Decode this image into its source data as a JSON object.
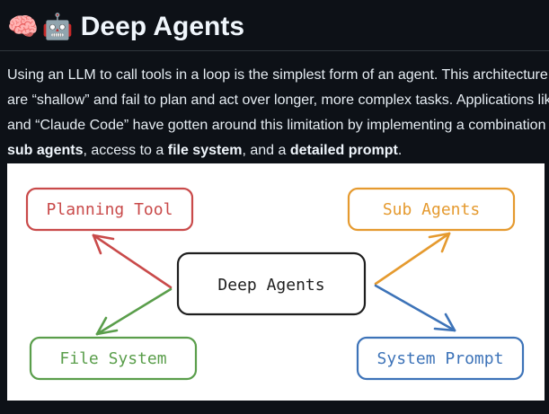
{
  "header": {
    "emoji_brain": "🧠",
    "emoji_robot": "🤖",
    "title": "Deep Agents"
  },
  "intro": {
    "line1": "Using an LLM to call tools in a loop is the simplest form of an agent. This architecture, h",
    "line2": "are “shallow” and fail to plan and act over longer, more complex tasks. Applications lik",
    "line3": "and “Claude Code” have gotten around this limitation by implementing a combination",
    "line4_bold1": "sub agents",
    "line4_text1": ", access to a ",
    "line4_bold2": "file system",
    "line4_text2": ", and a ",
    "line4_bold3": "detailed prompt",
    "line4_text3": "."
  },
  "diagram": {
    "center": "Deep Agents",
    "planning": "Planning Tool",
    "subagents": "Sub Agents",
    "filesystem": "File System",
    "sysprompt": "System Prompt",
    "colors": {
      "red": "#c94a4a",
      "orange": "#e59a2f",
      "green": "#5a9e4b",
      "blue": "#3d73b8",
      "black": "#1e1e1e"
    }
  }
}
